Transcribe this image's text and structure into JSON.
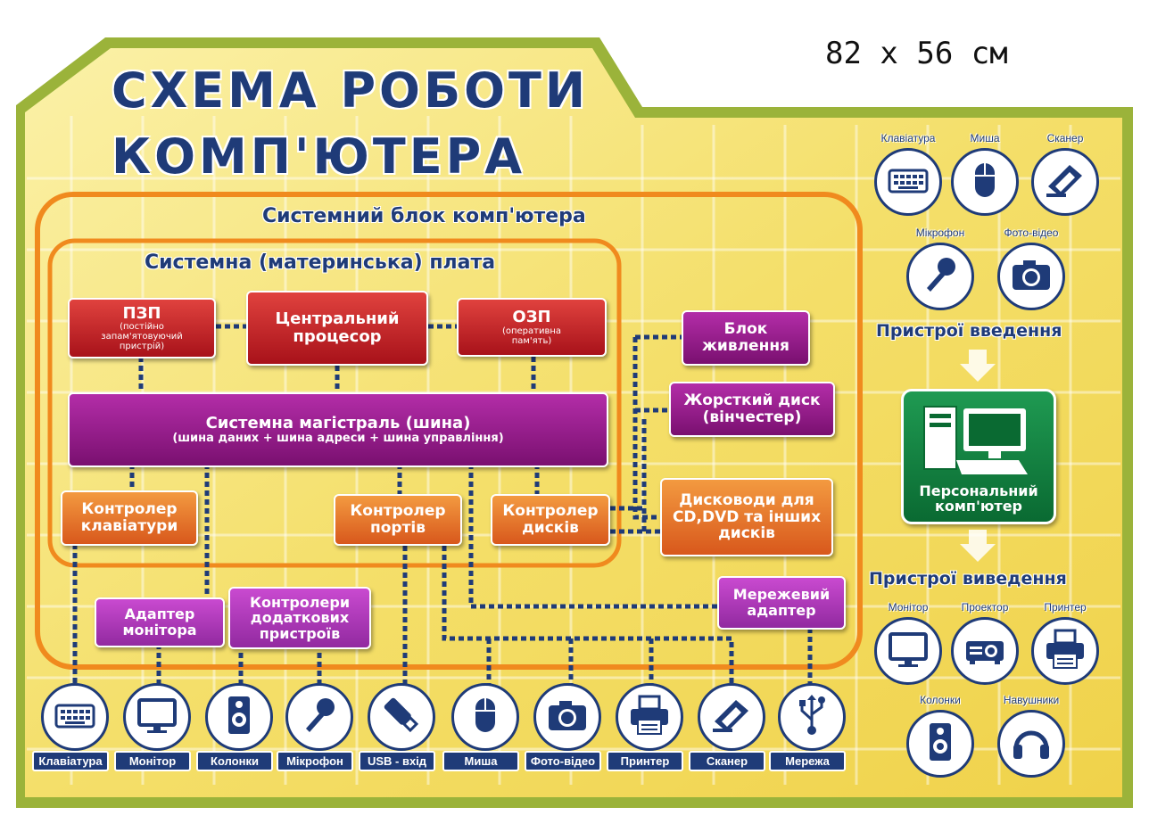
{
  "size_text": "82 x 56 см",
  "title_line1": "СХЕМА РОБОТИ",
  "title_line2": "КОМП'ЮТЕРА",
  "system_unit": "Системний блок комп'ютера",
  "motherboard": "Системна (материнська) плата",
  "rom": {
    "title": "ПЗП",
    "sub": "(постійно запам'ятовуючий пристрій)"
  },
  "cpu": "Центральний процесор",
  "ram": {
    "title": "ОЗП",
    "sub": "(оперативна пам'ять)"
  },
  "bus": {
    "title": "Системна магістраль (шина)",
    "sub": "(шина даних + шина адреси + шина управління)"
  },
  "kbd_ctrl": "Контролер клавіатури",
  "port_ctrl": "Контролер портів",
  "disk_ctrl": "Контролер дисків",
  "power": "Блок живлення",
  "hdd": "Жорсткий диск (вінчестер)",
  "drives": "Дисководи для CD,DVD та інших дисків",
  "monitor_adapter": "Адаптер монітора",
  "extra_ctrl": "Контролери додаткових пристроїв",
  "net_adapter": "Мережевий адаптер",
  "bottom_items": [
    {
      "label": "Клавіатура",
      "icon": "keyboard-icon"
    },
    {
      "label": "Монітор",
      "icon": "monitor-icon"
    },
    {
      "label": "Колонки",
      "icon": "speaker-icon"
    },
    {
      "label": "Мікрофон",
      "icon": "microphone-icon"
    },
    {
      "label": "USB - вхід",
      "icon": "usb-icon"
    },
    {
      "label": "Миша",
      "icon": "mouse-icon"
    },
    {
      "label": "Фото-відео",
      "icon": "camera-icon"
    },
    {
      "label": "Принтер",
      "icon": "printer-icon"
    },
    {
      "label": "Сканер",
      "icon": "scanner-icon"
    },
    {
      "label": "Мережа",
      "icon": "network-icon"
    }
  ],
  "input_devices": {
    "heading": "Пристрої введення",
    "items": [
      {
        "label": "Клавіатура",
        "icon": "keyboard-icon"
      },
      {
        "label": "Миша",
        "icon": "mouse-icon"
      },
      {
        "label": "Сканер",
        "icon": "scanner-icon"
      },
      {
        "label": "Мікрофон",
        "icon": "microphone-icon"
      },
      {
        "label": "Фото-відео",
        "icon": "camera-icon"
      }
    ]
  },
  "pc": "Персональний комп'ютер",
  "output_devices": {
    "heading": "Пристрої виведення",
    "items": [
      {
        "label": "Монітор",
        "icon": "monitor-icon"
      },
      {
        "label": "Проектор",
        "icon": "projector-icon"
      },
      {
        "label": "Принтер",
        "icon": "printer-icon"
      },
      {
        "label": "Колонки",
        "icon": "speaker-icon"
      },
      {
        "label": "Навушники",
        "icon": "headphones-icon"
      }
    ]
  },
  "colors": {
    "navy": "#1f3b78",
    "frame": "#9bb33a",
    "background": "#f6e37a",
    "orange_frame": "#f08a1e"
  }
}
